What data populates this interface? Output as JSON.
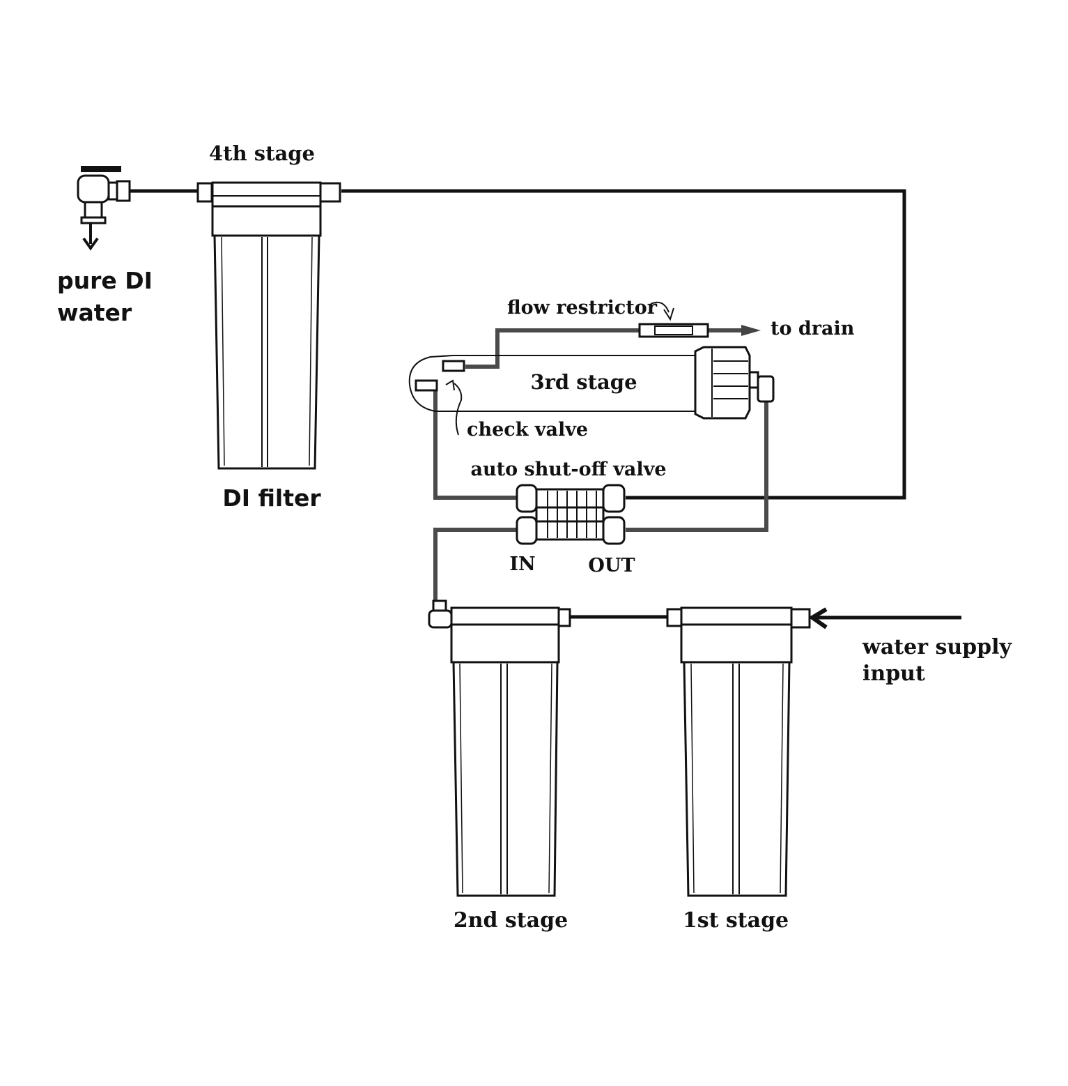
{
  "labels": {
    "fourth_stage": "4th stage",
    "di_filter": "DI filter",
    "pure_di_water_line1": "pure DI",
    "pure_di_water_line2": "water",
    "flow_restrictor": "flow restrictor",
    "to_drain": "to drain",
    "third_stage": "3rd stage",
    "check_valve": "check valve",
    "auto_shutoff_valve": "auto shut-off valve",
    "in": "IN",
    "out": "OUT",
    "second_stage": "2nd stage",
    "first_stage": "1st stage",
    "water_supply_line1": "water supply",
    "water_supply_line2": "input"
  },
  "colors": {
    "line_dark": "#111111",
    "line_grey": "#4a4a4a",
    "background": "#ffffff"
  },
  "icons": [
    "faucet-icon",
    "flow-arrow-icon",
    "curved-pointer-arrow-icon"
  ]
}
